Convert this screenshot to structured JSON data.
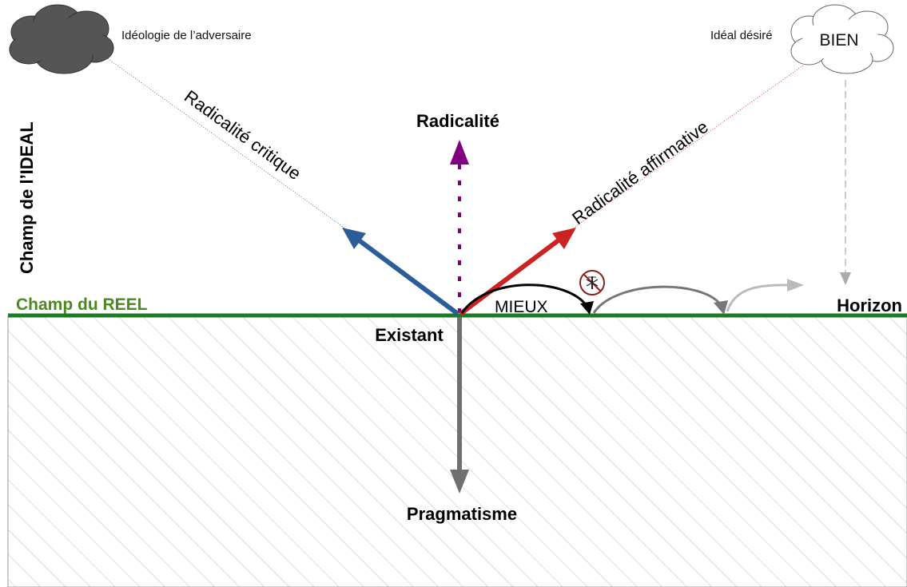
{
  "labels": {
    "adversary_ideology": "Idéologie de l’adversaire",
    "desired_ideal": "Idéal désiré",
    "good": "BIEN",
    "radicality": "Radicalité",
    "critical_radicality": "Radicalité critique",
    "affirmative_radicality": "Radicalité affirmative",
    "ideal_field": "Champ de l’IDEAL",
    "real_field": "Champ du REEL",
    "horizon": "Horizon",
    "existing": "Existant",
    "better": "MIEUX",
    "pragmatism": "Pragmatisme"
  },
  "colors": {
    "ground_line": "#1e7a25",
    "real_field_text": "#4a8a1e",
    "critical_arrow": "#2b5d96",
    "affirmative_arrow": "#cc2222",
    "radicality_arrow": "#800080",
    "pragmatism_arrow": "#707070",
    "dark_cloud": "#555555",
    "hatch": "#bbbbbb"
  },
  "icons": {
    "adversary_cloud": "dark-cloud",
    "ideal_cloud": "white-cloud",
    "obstacle": "mosquito-crossed-icon"
  }
}
